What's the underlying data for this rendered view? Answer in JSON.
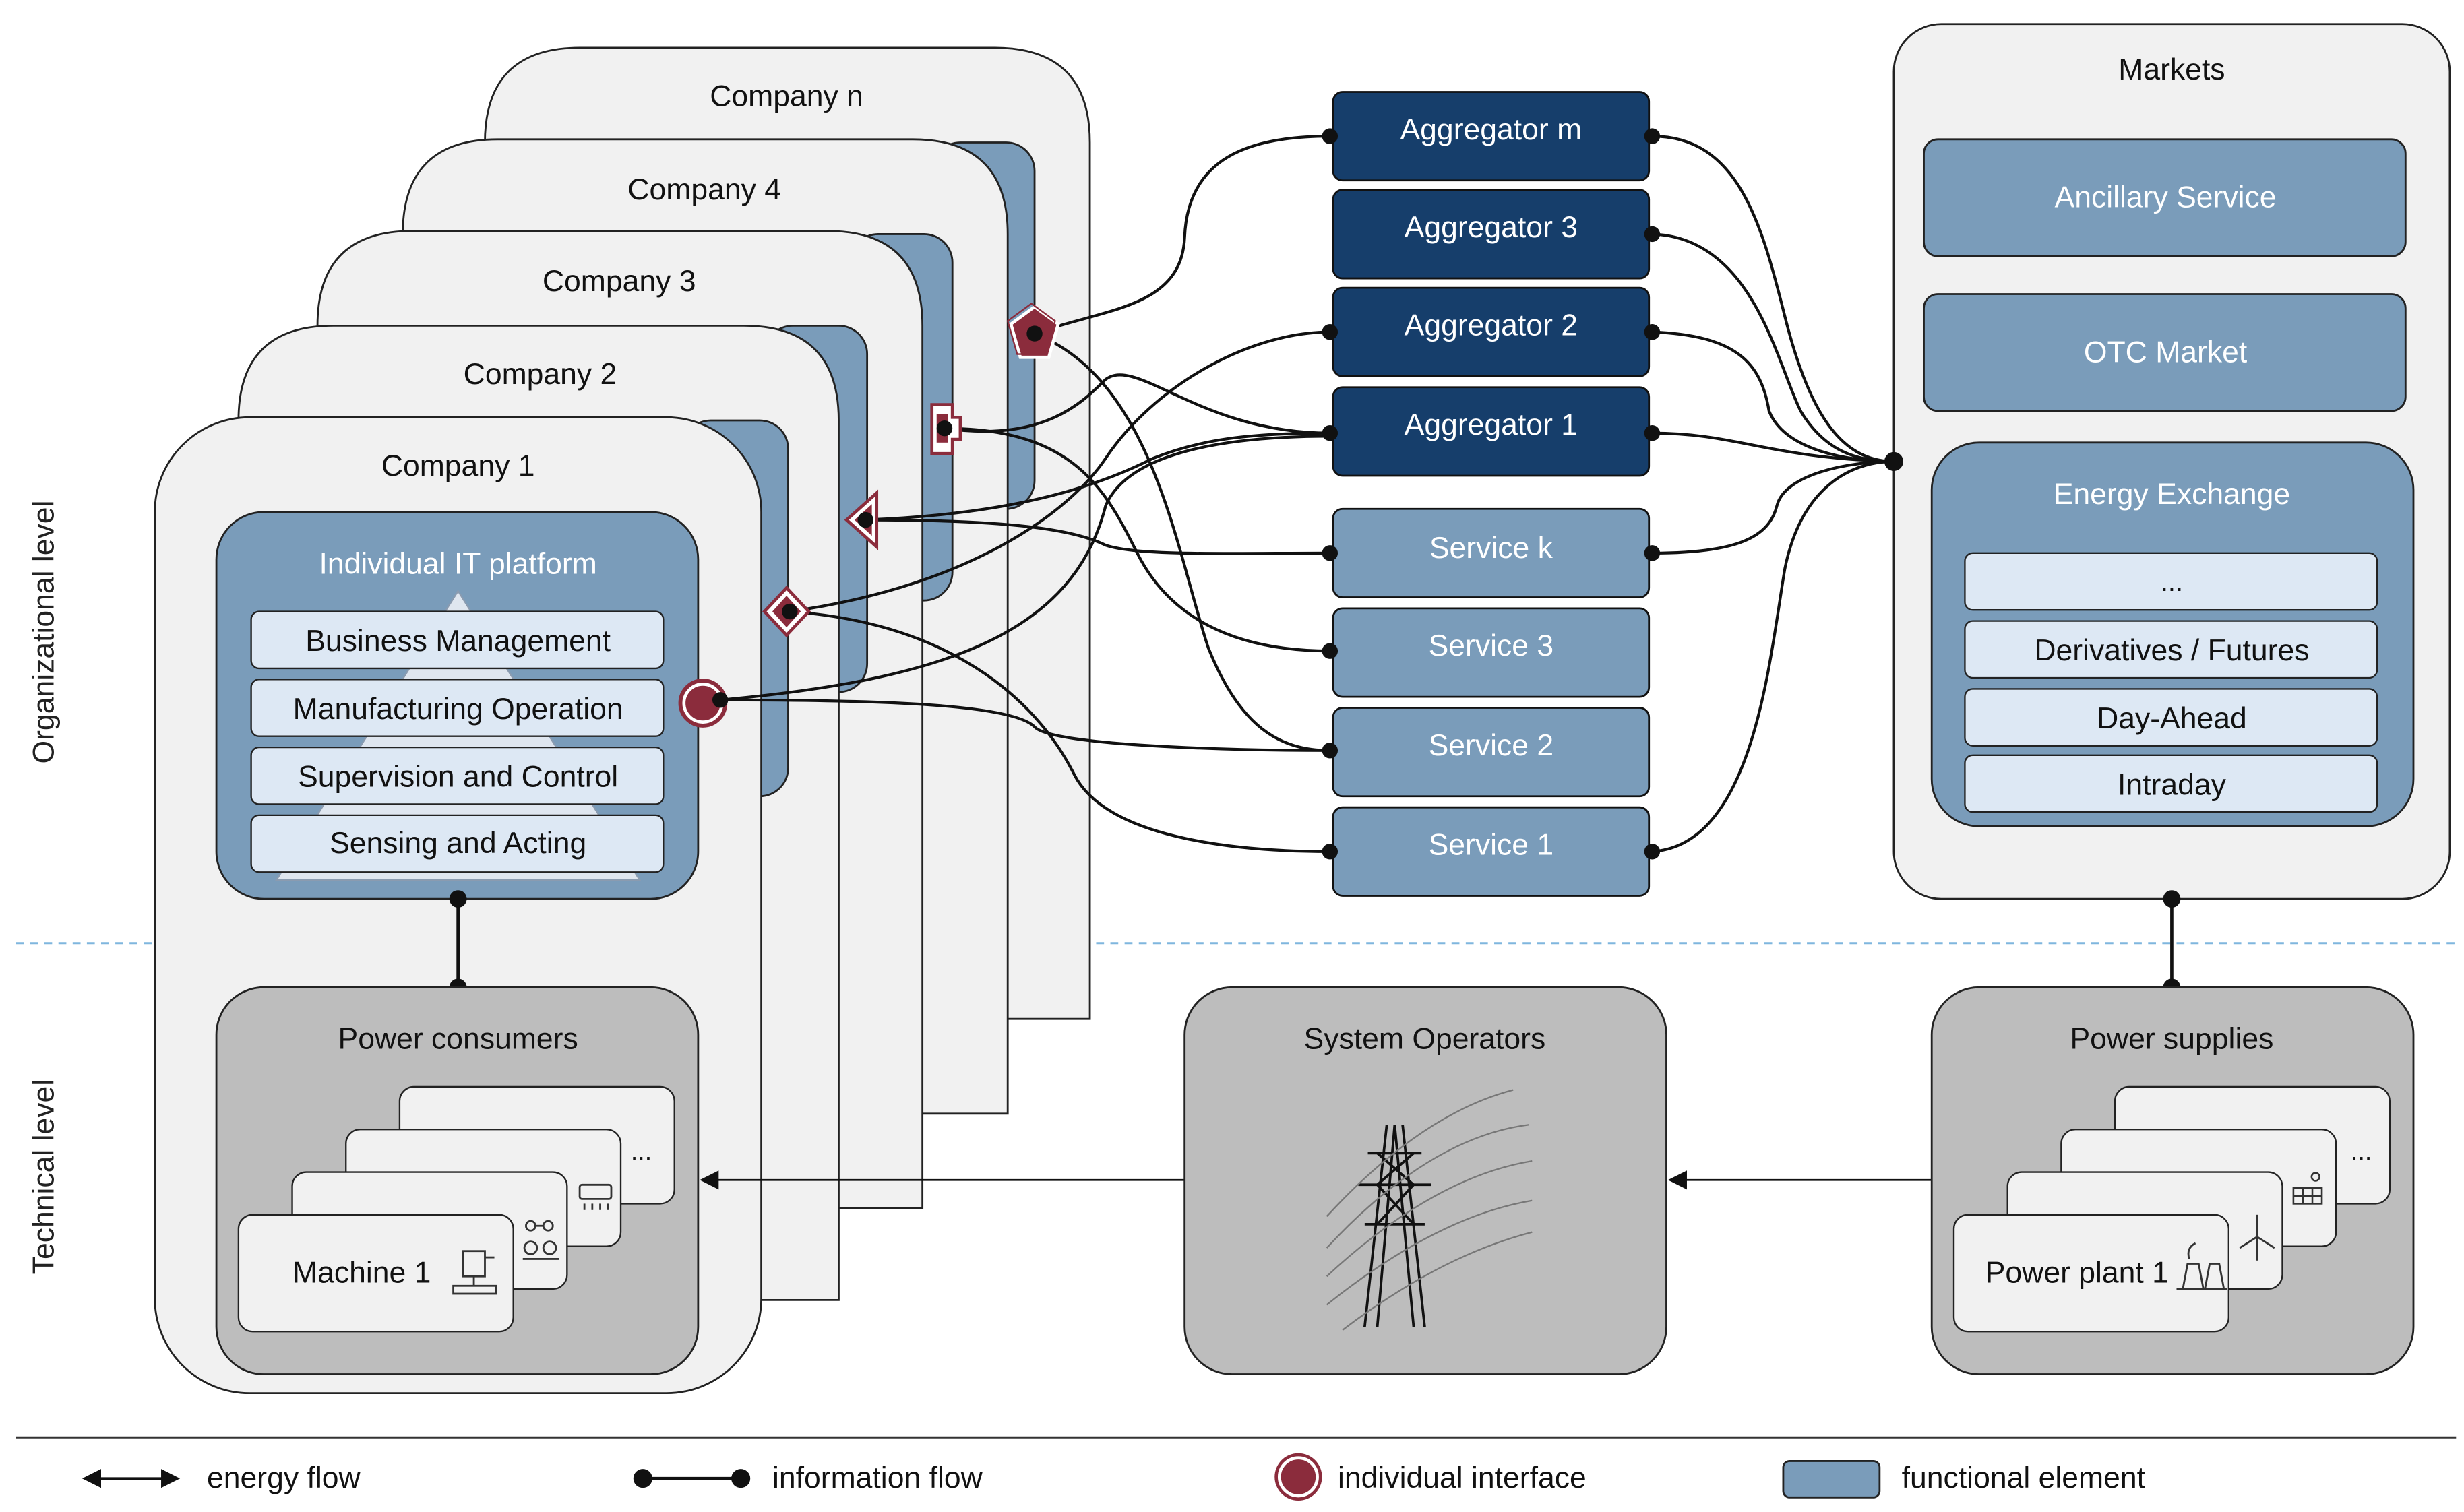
{
  "axis_labels": {
    "organizational": "Organizational level",
    "technical": "Technical level"
  },
  "companies": {
    "company_n": "Company n",
    "company_4": "Company 4",
    "company_3": "Company 3",
    "company_2": "Company 2",
    "company_1": "Company 1"
  },
  "it_platform": {
    "title": "Individual IT platform",
    "layers": [
      "Business Management",
      "Manufacturing Operation",
      "Supervision and Control",
      "Sensing and Acting"
    ]
  },
  "power_consumers": {
    "title": "Power consumers",
    "machine": "Machine 1",
    "ellipsis": "..."
  },
  "aggregators": [
    "Aggregator m",
    "Aggregator 3",
    "Aggregator 2",
    "Aggregator 1"
  ],
  "services": [
    "Service k",
    "Service 3",
    "Service 2",
    "Service 1"
  ],
  "system_operators": {
    "title": "System Operators"
  },
  "markets": {
    "title": "Markets",
    "ancillary": "Ancillary Service",
    "otc": "OTC Market",
    "energy_exchange": {
      "title": "Energy Exchange",
      "items": [
        "...",
        "Derivatives / Futures",
        "Day-Ahead",
        "Intraday"
      ]
    }
  },
  "power_supplies": {
    "title": "Power supplies",
    "plant": "Power plant 1",
    "ellipsis": "..."
  },
  "legend": {
    "energy_flow": "energy flow",
    "information_flow": "information flow",
    "individual_interface": "individual interface",
    "functional_element": "functional element"
  },
  "colors": {
    "functional": "#7a9cba",
    "aggregator": "#163e6b",
    "interface": "#8b2c3c",
    "panel": "#f1f1f1",
    "technical": "#bdbdbd"
  },
  "icons": [
    "interface-circle-icon",
    "interface-pentagon-icon",
    "interface-plug-icon",
    "interface-triangle-icon",
    "interface-diamond-icon",
    "machine-icon",
    "robot-arm-icon",
    "air-conditioner-icon",
    "power-pylon-icon",
    "power-plant-icon",
    "wind-turbine-icon",
    "solar-panel-icon"
  ]
}
